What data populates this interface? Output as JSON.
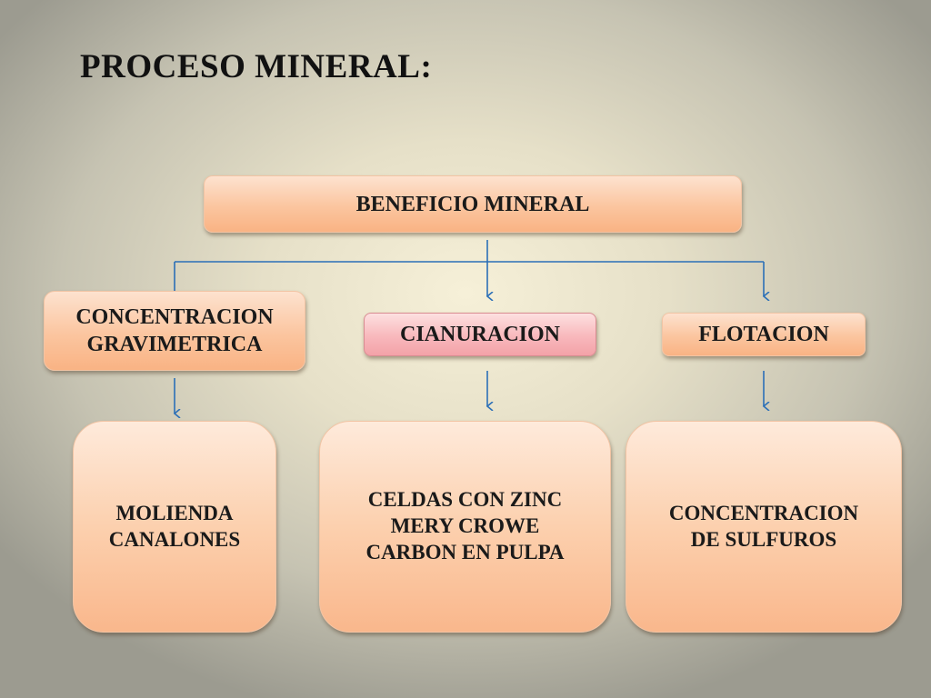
{
  "title": "PROCESO MINERAL:",
  "root": {
    "label": "BENEFICIO MINERAL"
  },
  "branches": [
    {
      "label_line1": "CONCENTRACION",
      "label_line2": "GRAVIMETRICA"
    },
    {
      "label": "CIANURACION"
    },
    {
      "label": "FLOTACION"
    }
  ],
  "details": [
    {
      "lines": [
        "MOLIENDA",
        "CANALONES"
      ]
    },
    {
      "lines": [
        "CELDAS CON ZINC",
        "MERY CROWE",
        "CARBON EN PULPA"
      ]
    },
    {
      "lines": [
        "CONCENTRACION",
        "DE SULFUROS"
      ]
    }
  ],
  "colors": {
    "box_fill": "#fbc59f",
    "highlight_box_fill": "#f8b8bc",
    "arrow": "#2b6fb7"
  }
}
